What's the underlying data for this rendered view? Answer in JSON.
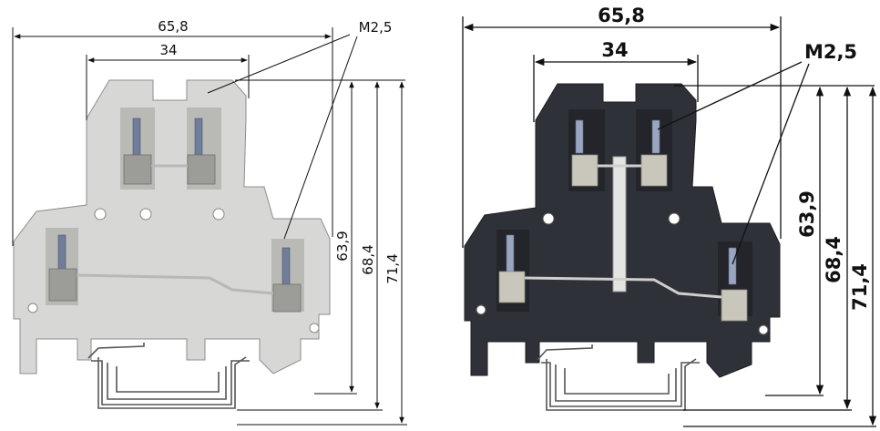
{
  "left_drawing": {
    "dim_width_total": "65,8",
    "dim_width_inner": "34",
    "dim_screw": "M2,5",
    "dim_height_1": "63,9",
    "dim_height_2": "68,4",
    "dim_height_3": "71,4",
    "body_color": "#d7d7d5"
  },
  "right_drawing": {
    "dim_width_total": "65,8",
    "dim_width_inner": "34",
    "dim_screw": "M2,5",
    "dim_height_1": "63,9",
    "dim_height_2": "68,4",
    "dim_height_3": "71,4",
    "body_color": "#2f3138"
  }
}
